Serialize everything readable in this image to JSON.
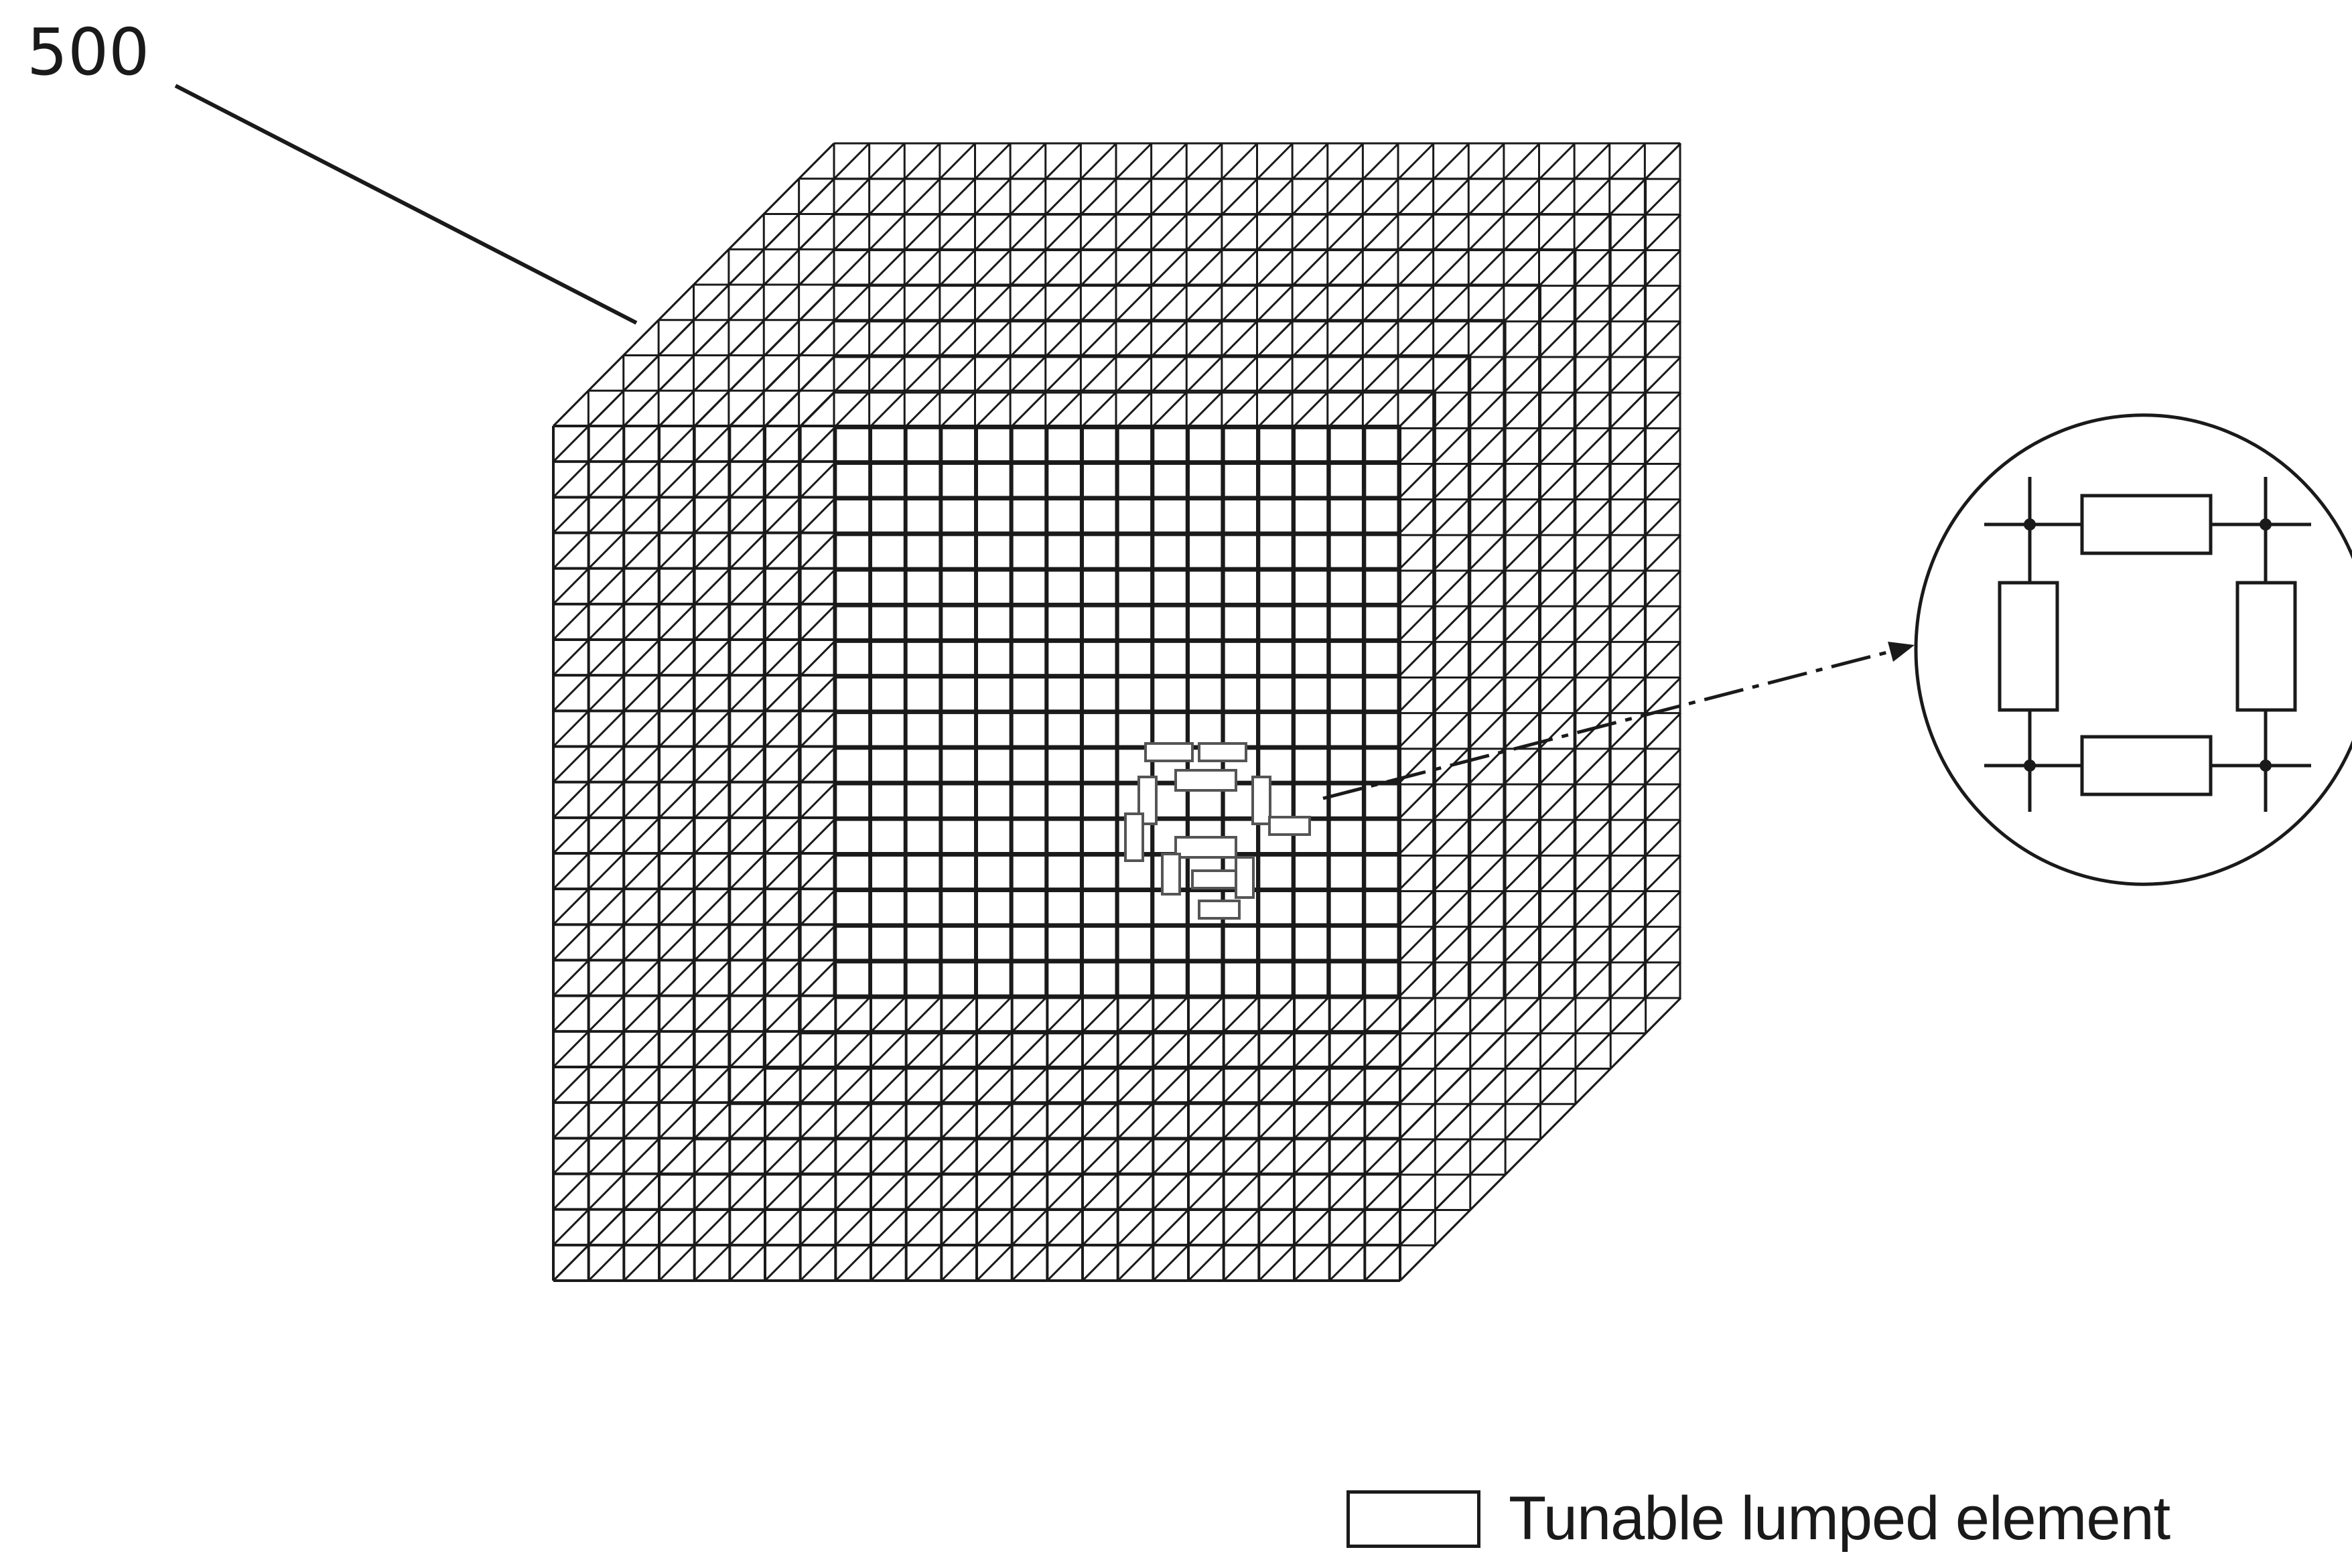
{
  "figure": {
    "reference_numeral": "500",
    "legend": {
      "label": "Tunable lumped element"
    },
    "lattice": {
      "grid_divisions": 24,
      "line_color": "#1a1a1a"
    },
    "zoom_detail": {
      "element_count": 4
    }
  }
}
